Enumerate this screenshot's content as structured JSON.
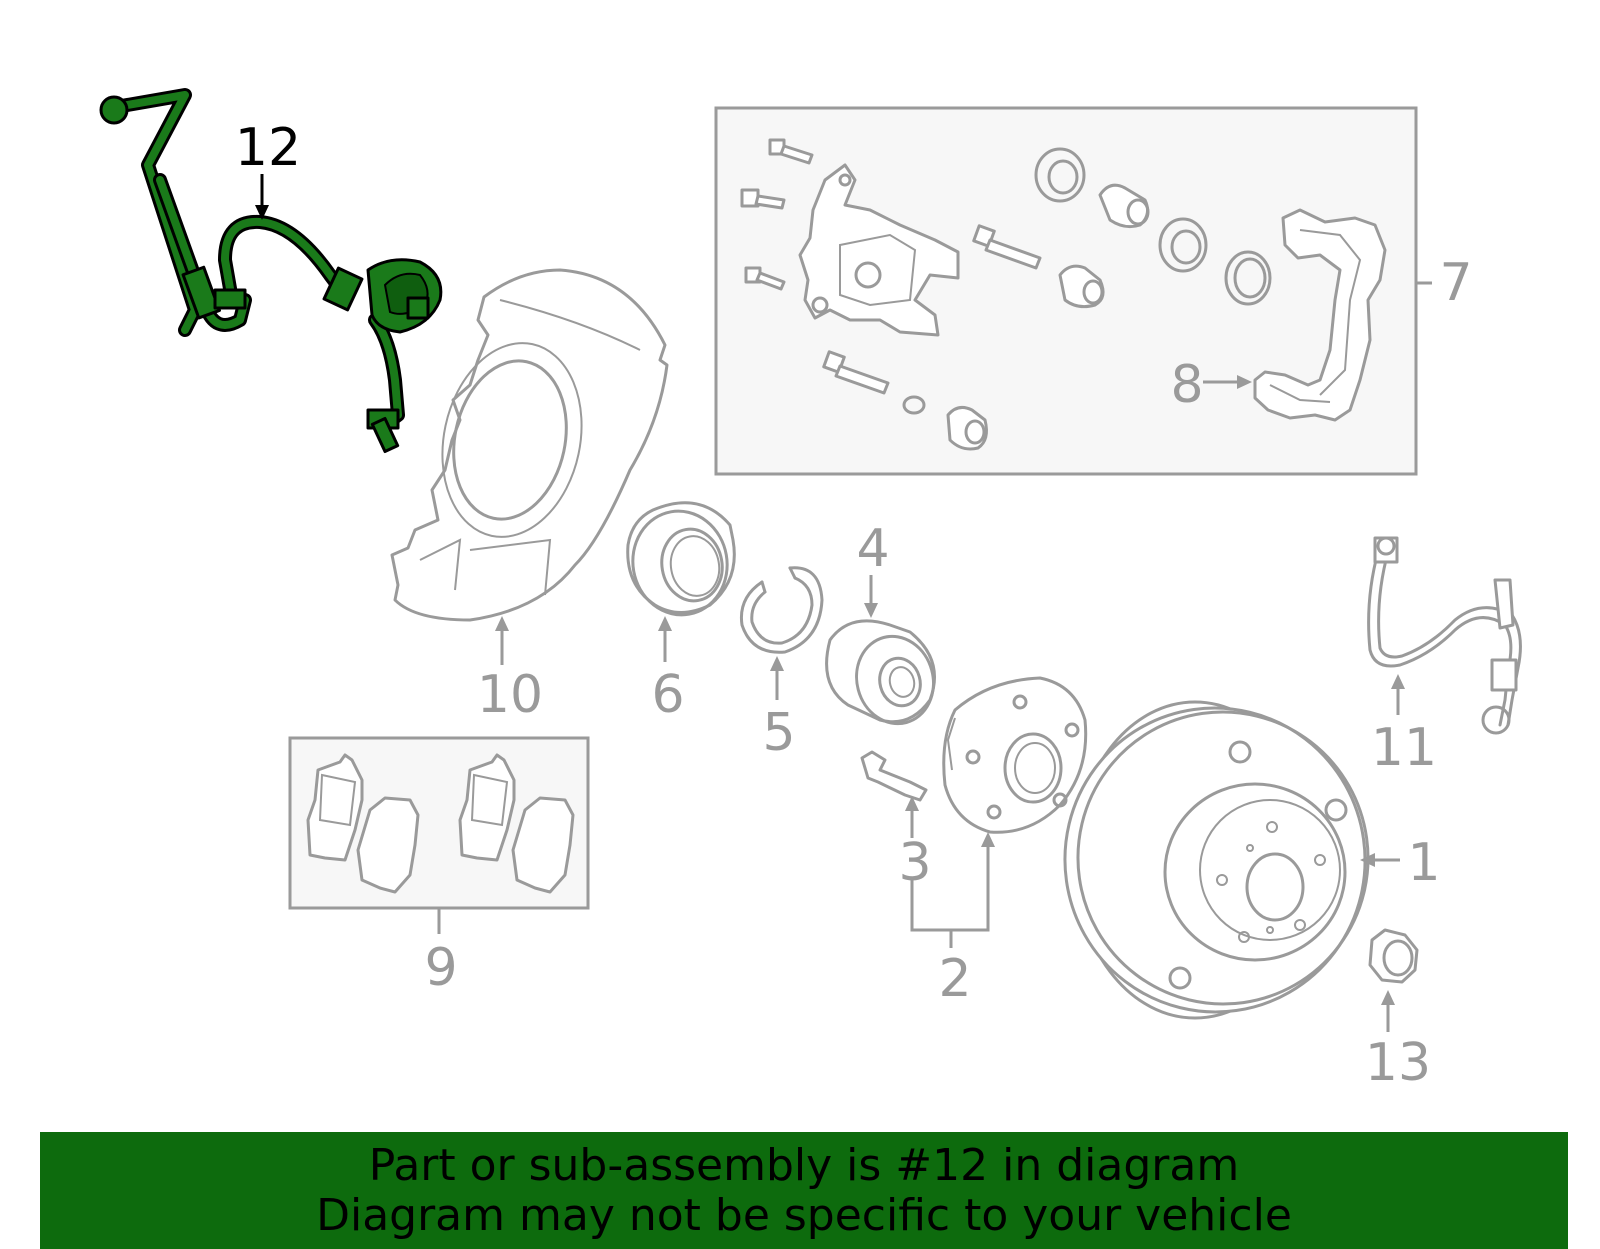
{
  "callouts": {
    "c1": "1",
    "c2": "2",
    "c3": "3",
    "c4": "4",
    "c5": "5",
    "c6": "6",
    "c7": "7",
    "c8": "8",
    "c9": "9",
    "c10": "10",
    "c11": "11",
    "c12": "12",
    "c13": "13"
  },
  "highlight": {
    "part_number": "12",
    "color": "#1a7a1a"
  },
  "banner": {
    "line1": "Part or sub-assembly is #12 in diagram",
    "line2": "Diagram may not be specific to your vehicle",
    "background": "#0d6b0d"
  },
  "colors": {
    "line": "#9a9a9a",
    "box_fill": "#f7f7f7"
  }
}
